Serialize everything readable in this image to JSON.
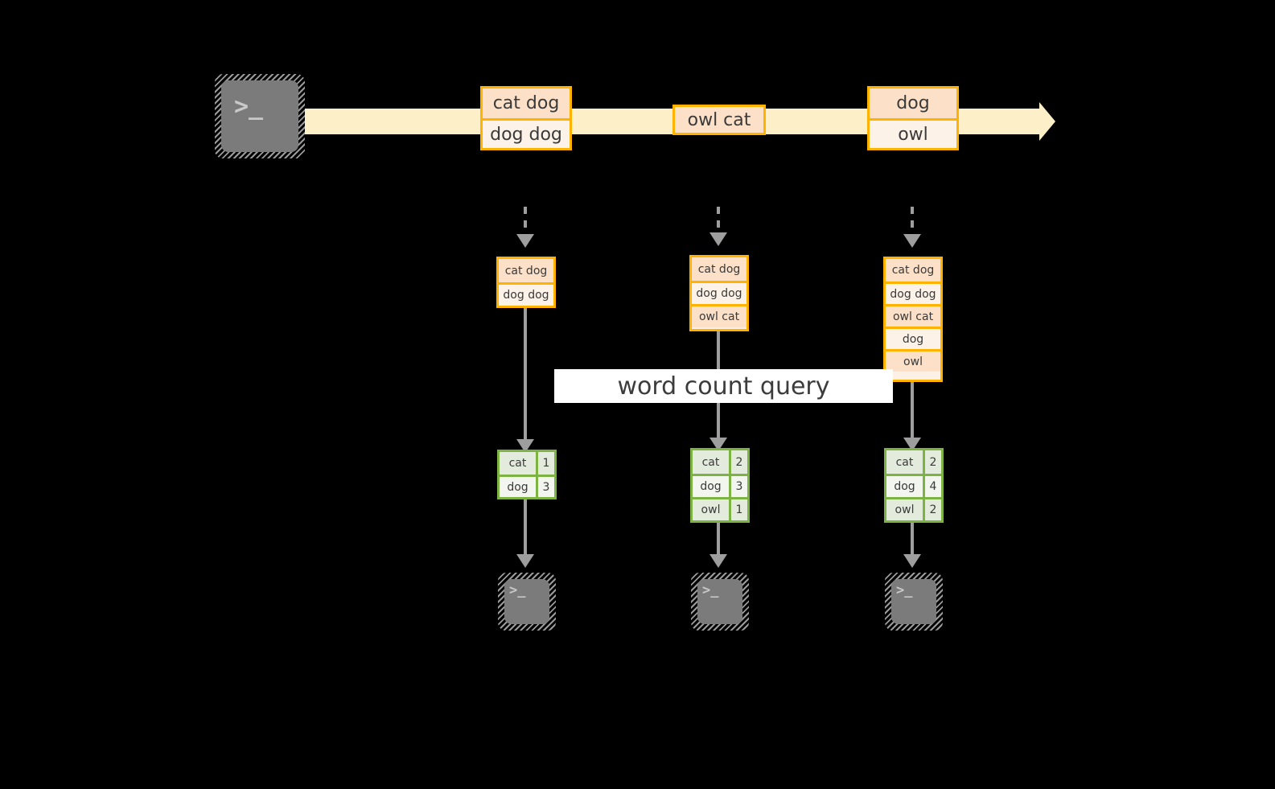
{
  "diagram": {
    "title": "word count query",
    "colors": {
      "stream": "#fdefc8",
      "record_border": "#ffb300",
      "record_fill_dark": "#fce0c8",
      "record_fill_light": "#fdf2e7",
      "result_border": "#7cb342",
      "result_fill_dark": "#e3ebdd",
      "result_fill_light": "#f2f6ef",
      "connector": "#9e9e9e",
      "terminal": "#7b7b7b",
      "background": "#000000",
      "label_band": "#ffffff"
    },
    "source": {
      "icon": "terminal-icon",
      "glyph": ">_"
    },
    "stream": {
      "icon": "stream-arrow-icon",
      "batches": [
        {
          "lines": [
            "cat dog",
            "dog dog"
          ]
        },
        {
          "lines": [
            "owl cat"
          ]
        },
        {
          "lines": [
            "dog",
            "owl"
          ]
        }
      ]
    },
    "query_label": "word count query",
    "stages": [
      {
        "name": "stage-1",
        "input_lines": [
          "cat dog",
          "dog dog"
        ],
        "results": [
          {
            "word": "cat",
            "count": "1"
          },
          {
            "word": "dog",
            "count": "3"
          }
        ],
        "sink": {
          "icon": "terminal-icon",
          "glyph": ">_"
        }
      },
      {
        "name": "stage-2",
        "input_lines": [
          "cat dog",
          "dog dog",
          "owl cat"
        ],
        "results": [
          {
            "word": "cat",
            "count": "2"
          },
          {
            "word": "dog",
            "count": "3"
          },
          {
            "word": "owl",
            "count": "1"
          }
        ],
        "sink": {
          "icon": "terminal-icon",
          "glyph": ">_"
        }
      },
      {
        "name": "stage-3",
        "input_lines": [
          "cat dog",
          "dog dog",
          "owl cat",
          "dog",
          "owl"
        ],
        "results": [
          {
            "word": "cat",
            "count": "2"
          },
          {
            "word": "dog",
            "count": "4"
          },
          {
            "word": "owl",
            "count": "2"
          }
        ],
        "sink": {
          "icon": "terminal-icon",
          "glyph": ">_"
        }
      }
    ]
  }
}
